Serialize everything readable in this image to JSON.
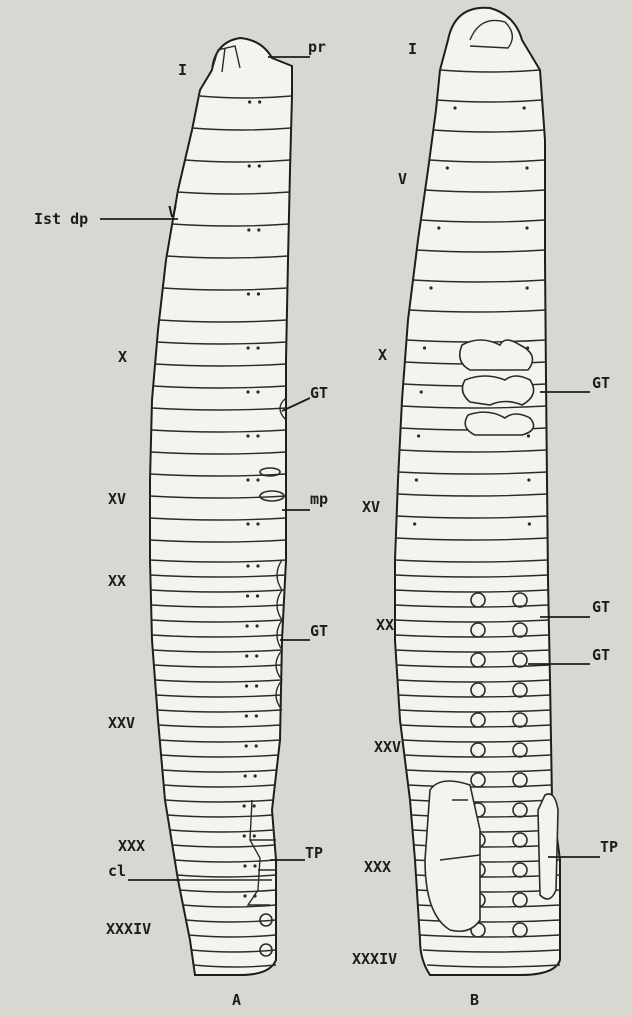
{
  "figure": {
    "panel_a": {
      "caption": "A",
      "labels": {
        "seg_1": "I",
        "seg_5": "V",
        "seg_10": "X",
        "seg_15": "XV",
        "seg_20": "XX",
        "seg_25": "XXV",
        "seg_30": "XXX",
        "seg_34": "XXXIV",
        "prostomium": "pr",
        "first_dorsal_pore": "Ist dp",
        "genital_tumescence_1": "GT",
        "male_pore": "mp",
        "genital_tumescence_2": "GT",
        "tubercula_pubertatis": "TP",
        "clitellum": "cl"
      }
    },
    "panel_b": {
      "caption": "B",
      "labels": {
        "seg_1": "I",
        "seg_5": "V",
        "seg_10": "X",
        "seg_15": "XV",
        "seg_20": "XX",
        "seg_25": "XXV",
        "seg_30": "XXX",
        "seg_34": "XXXIV",
        "genital_tumescence_1": "GT",
        "genital_tumescence_2": "GT",
        "genital_tumescence_3": "GT",
        "tubercula_pubertatis": "TP"
      }
    },
    "colors": {
      "background": "#d8d8d2",
      "ink": "#1d1d1d",
      "body": "#f4f4ee"
    }
  }
}
